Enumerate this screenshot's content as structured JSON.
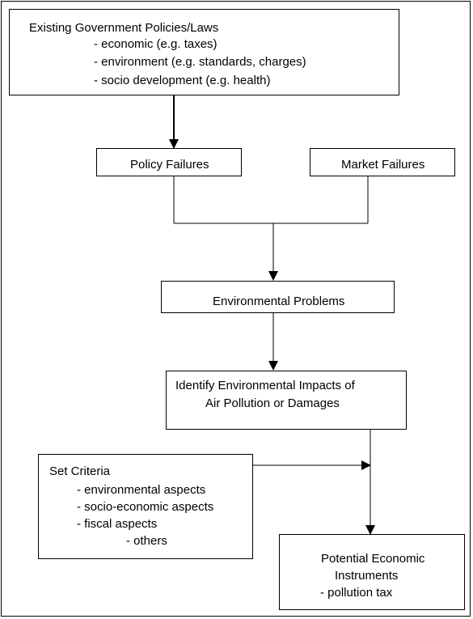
{
  "policies_box": {
    "title": "Existing Government Policies/Laws",
    "items": [
      "- economic (e.g. taxes)",
      "- environment (e.g. standards, charges)",
      "- socio development (e.g. health)"
    ]
  },
  "policy_failures": "Policy Failures",
  "market_failures": "Market Failures",
  "environmental_problems": "Environmental Problems",
  "identify_box": {
    "line1": "Identify Environmental Impacts of",
    "line2": "Air Pollution or Damages"
  },
  "criteria_box": {
    "title": "Set Criteria",
    "items": [
      "- environmental aspects",
      "- socio-economic aspects",
      "- fiscal aspects"
    ],
    "others": "- others"
  },
  "instruments_box": {
    "line1": "Potential Economic",
    "line2": "Instruments",
    "line3": "- pollution tax"
  }
}
